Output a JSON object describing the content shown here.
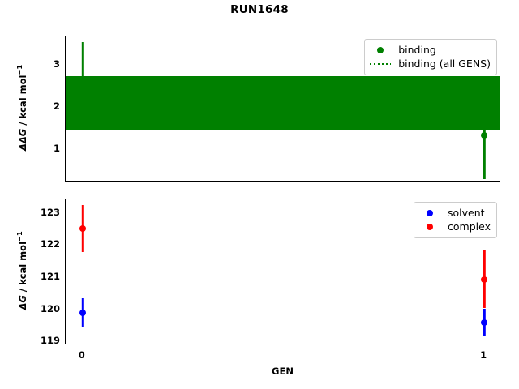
{
  "figure": {
    "title": "RUN1648",
    "xlabel": "GEN",
    "colors": {
      "binding": "#008000",
      "solvent": "#0000ff",
      "complex": "#ff0000",
      "axis": "#000000",
      "background": "#ffffff"
    }
  },
  "top_panel": {
    "ylabel": "ΔΔG / kcal mol⁻¹",
    "ylabel_parts": {
      "symbol": "ΔΔG",
      "units": " / kcal mol",
      "exp": "−1"
    },
    "yticks": [
      "1",
      "2",
      "3"
    ],
    "legend": {
      "items": [
        {
          "label": "binding",
          "marker": "dot",
          "color": "#008000"
        },
        {
          "label": "binding (all GENS)",
          "marker": "dotted-line",
          "color": "#008000"
        }
      ]
    }
  },
  "bottom_panel": {
    "ylabel": "ΔG / kcal mol⁻¹",
    "ylabel_parts": {
      "symbol": "ΔG",
      "units": " / kcal mol",
      "exp": "−1"
    },
    "yticks": [
      "119",
      "120",
      "121",
      "122",
      "123"
    ],
    "legend": {
      "items": [
        {
          "label": "solvent",
          "marker": "dot",
          "color": "#0000ff"
        },
        {
          "label": "complex",
          "marker": "dot",
          "color": "#ff0000"
        }
      ]
    }
  },
  "xticks": [
    "0",
    "1"
  ],
  "chart_data": [
    {
      "type": "scatter",
      "panel": "top",
      "title": "RUN1648",
      "xlabel": "GEN",
      "ylabel": "ΔΔG / kcal mol⁻¹",
      "x": [
        0,
        1
      ],
      "xlim": [
        -0.042,
        1.042
      ],
      "ylim": [
        0.215,
        3.68
      ],
      "grid": false,
      "legend_position": "upper right",
      "series": [
        {
          "name": "binding",
          "color": "#008000",
          "marker": "o",
          "values": [
            2.62,
            1.33
          ],
          "yerr_low": [
            1.7,
            0.3
          ],
          "yerr_high": [
            3.55,
            2.35
          ]
        },
        {
          "name": "binding (all GENS)",
          "color": "#008000",
          "marker": "dotted band",
          "mean": 2.1,
          "band_low": 1.47,
          "band_high": 2.73
        }
      ]
    },
    {
      "type": "scatter",
      "panel": "bottom",
      "xlabel": "GEN",
      "ylabel": "ΔG / kcal mol⁻¹",
      "x": [
        0,
        1
      ],
      "xlim": [
        -0.042,
        1.042
      ],
      "ylim": [
        118.88,
        123.42
      ],
      "grid": false,
      "legend_position": "upper right",
      "series": [
        {
          "name": "solvent",
          "color": "#0000ff",
          "marker": "o",
          "values": [
            119.89,
            119.59
          ],
          "yerr_low": [
            119.44,
            119.17
          ],
          "yerr_high": [
            120.35,
            120.01
          ]
        },
        {
          "name": "complex",
          "color": "#ff0000",
          "marker": "o",
          "values": [
            122.5,
            120.93
          ],
          "yerr_low": [
            121.78,
            120.03
          ],
          "yerr_high": [
            123.25,
            121.83
          ]
        }
      ]
    }
  ]
}
